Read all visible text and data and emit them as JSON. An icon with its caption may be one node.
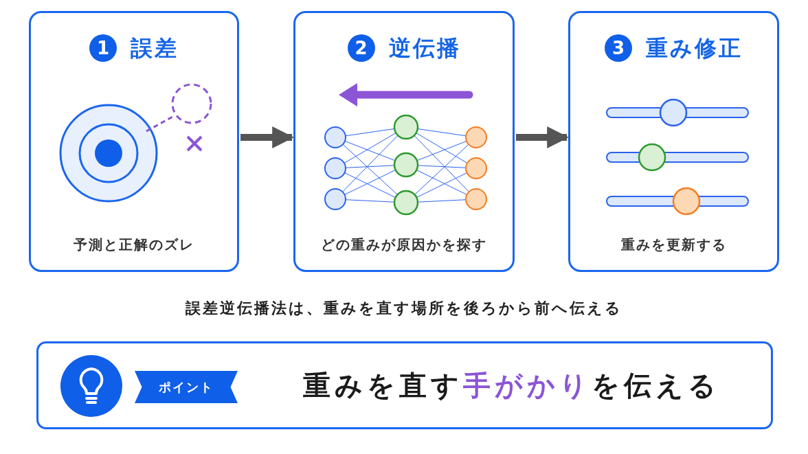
{
  "diagram": {
    "nodes": [
      {
        "text": [
          "誤差",
          "予測と正解のズレ"
        ]
      },
      {
        "text": [
          "1"
        ],
        "in": 0
      },
      {
        "text": [
          "逆伝播",
          "どの重みが原因かを探す"
        ]
      },
      {
        "text": [
          "2"
        ],
        "in": 2
      },
      {
        "text": [
          "重み修正",
          "重みを更新する"
        ]
      },
      {
        "text": [
          "3"
        ],
        "in": 4
      },
      {
        "text": [
          "重みを直す**手がかり**を伝える"
        ]
      },
      {
        "text": [
          "ポイント"
        ],
        "in": 6
      }
    ],
    "edges": [
      {
        "from": 0,
        "to": 2,
        "arrow": "to"
      },
      {
        "from": 2,
        "to": 4,
        "arrow": "to"
      }
    ],
    "labels": [
      "誤差逆伝播法は、重みを直す場所を後ろから前へ伝える"
    ]
  }
}
